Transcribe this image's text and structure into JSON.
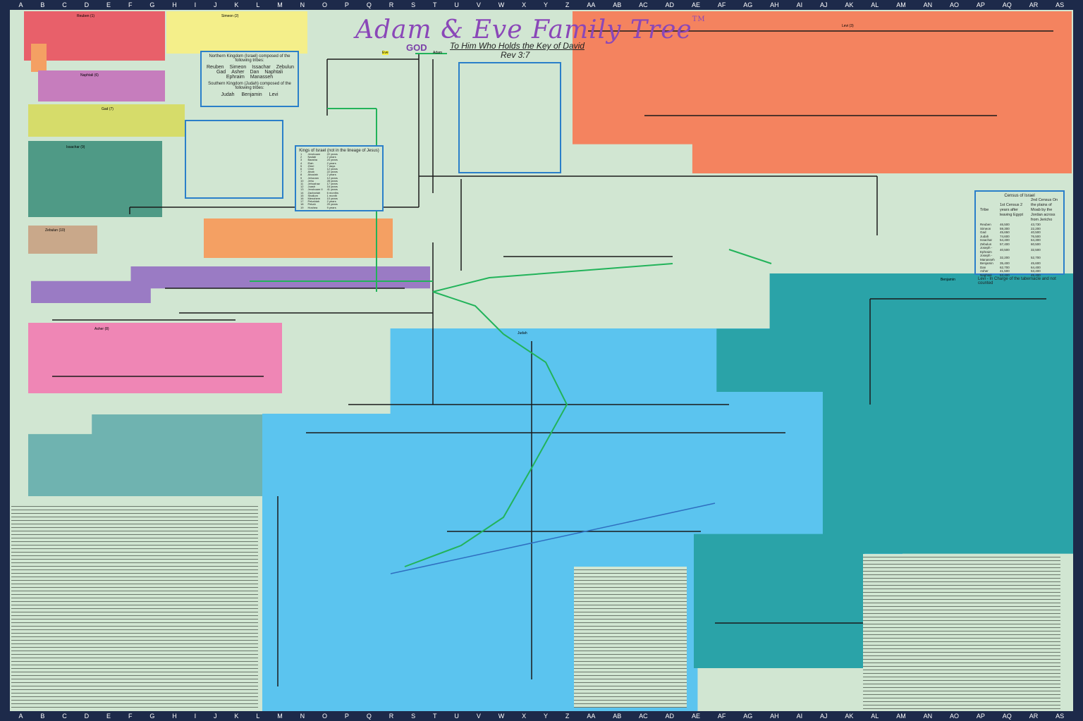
{
  "title": "Adam & Eve Family Tree",
  "trademark": "TM",
  "god_label": "GOD",
  "subtitle": "To Him Who Holds the Key of David",
  "verse": "Rev 3:7",
  "columns": [
    "A",
    "B",
    "C",
    "D",
    "E",
    "F",
    "G",
    "H",
    "I",
    "J",
    "K",
    "L",
    "M",
    "N",
    "O",
    "P",
    "Q",
    "R",
    "S",
    "T",
    "U",
    "V",
    "W",
    "X",
    "Y",
    "Z",
    "AA",
    "AB",
    "AC",
    "AD",
    "AE",
    "AF",
    "AG",
    "AH",
    "AI",
    "AJ",
    "AK",
    "AL",
    "AM",
    "AN",
    "AO",
    "AP",
    "AQ",
    "AR",
    "AS"
  ],
  "kingdoms_box": {
    "north_heading": "Northern Kingdom (Israel) composed of the following tribes:",
    "north_tribes": [
      "Reuben",
      "Simeon",
      "Issachar",
      "Zebulun",
      "Gad",
      "Asher",
      "Dan",
      "Naphtali",
      "Ephraim",
      "Manasseh"
    ],
    "south_heading": "Southern Kingdom (Judah) composed of the following tribes:",
    "south_tribes": [
      "Judah",
      "Benjamin",
      "Levi"
    ]
  },
  "kings_box": {
    "heading": "Kings of Israel (not in the lineage of Jesus)",
    "kings": [
      {
        "n": "1",
        "name": "Jeroboam",
        "years": "22 years"
      },
      {
        "n": "2",
        "name": "Nadab",
        "years": "2 years"
      },
      {
        "n": "3",
        "name": "Baasha",
        "years": "24 years"
      },
      {
        "n": "4",
        "name": "Elah",
        "years": "2 years"
      },
      {
        "n": "5",
        "name": "Zimri",
        "years": "7 days"
      },
      {
        "n": "6",
        "name": "Omri",
        "years": "12 years"
      },
      {
        "n": "7",
        "name": "Ahab",
        "years": "22 years"
      },
      {
        "n": "8",
        "name": "Ahaziah",
        "years": "2 years"
      },
      {
        "n": "9",
        "name": "Jehoram",
        "years": "12 years"
      },
      {
        "n": "10",
        "name": "Jehu",
        "years": "28 years"
      },
      {
        "n": "11",
        "name": "Jehoahaz",
        "years": "17 years"
      },
      {
        "n": "12",
        "name": "Joash",
        "years": "16 years"
      },
      {
        "n": "13",
        "name": "Jeroboam II",
        "years": "41 years"
      },
      {
        "n": "14",
        "name": "Zachariah",
        "years": "6 months"
      },
      {
        "n": "15",
        "name": "Shallum",
        "years": "1 month"
      },
      {
        "n": "16",
        "name": "Menahem",
        "years": "10 years"
      },
      {
        "n": "17",
        "name": "Pekahiah",
        "years": "2 years"
      },
      {
        "n": "18",
        "name": "Pekah",
        "years": "20 years"
      },
      {
        "n": "19",
        "name": "Hoshea",
        "years": "9 years"
      }
    ]
  },
  "census_box": {
    "heading": "Census of Israel",
    "col_tribe": "Tribe",
    "col_first": "1st Census 2 years after leaving Egypt",
    "col_second": "2nd Census On the plains of Moab by the Jordan across from Jericho",
    "rows": [
      {
        "tribe": "Reuben",
        "first": "46,500",
        "second": "43,730"
      },
      {
        "tribe": "Simeon",
        "first": "59,300",
        "second": "22,200"
      },
      {
        "tribe": "Gad",
        "first": "45,650",
        "second": "40,500"
      },
      {
        "tribe": "Judah",
        "first": "74,600",
        "second": "76,500"
      },
      {
        "tribe": "Issachar",
        "first": "54,400",
        "second": "64,300"
      },
      {
        "tribe": "Zebulun",
        "first": "57,400",
        "second": "60,500"
      },
      {
        "tribe": "Joseph - Ephraim",
        "first": "40,500",
        "second": "32,500"
      },
      {
        "tribe": "Joseph - Manasseh",
        "first": "32,200",
        "second": "52,700"
      },
      {
        "tribe": "Benjamin",
        "first": "35,400",
        "second": "45,600"
      },
      {
        "tribe": "Dan",
        "first": "62,700",
        "second": "64,400"
      },
      {
        "tribe": "Asher",
        "first": "41,500",
        "second": "53,400"
      },
      {
        "tribe": "Naphtali",
        "first": "53,400",
        "second": "45,400"
      }
    ],
    "levi_note": "Levi - In Charge of the tabernacle and not counted"
  },
  "nodes": {
    "eve": "Eve",
    "adam": "Adam",
    "reuben": "Reuben (1)",
    "simeon": "Simeon (2)",
    "levi": "Levi (3)",
    "judah": "Judah",
    "benjamin": "Benjamin",
    "zebulun": "Zebulun (10)",
    "asher": "Asher (8)",
    "naphtali": "Naphtali (6)",
    "gad": "Gad (7)",
    "issachar": "Issachar (9)"
  },
  "colors": {
    "background": "#d1e6d2",
    "reuben": "#e8606a",
    "simeon": "#f4ef8a",
    "naphtali": "#c67dbd",
    "gad": "#d6dc6a",
    "issachar": "#4f9a86",
    "levi": "#f4835f",
    "zebulun": "#c9a88a",
    "ephraim": "#f4a063",
    "manasseh": "#9a7bc4",
    "asher": "#ef86b5",
    "dan": "#6fb3b0",
    "judah": "#5bc4ef",
    "benjamin": "#2aa3a8",
    "jesus_line": "#22b35a"
  }
}
